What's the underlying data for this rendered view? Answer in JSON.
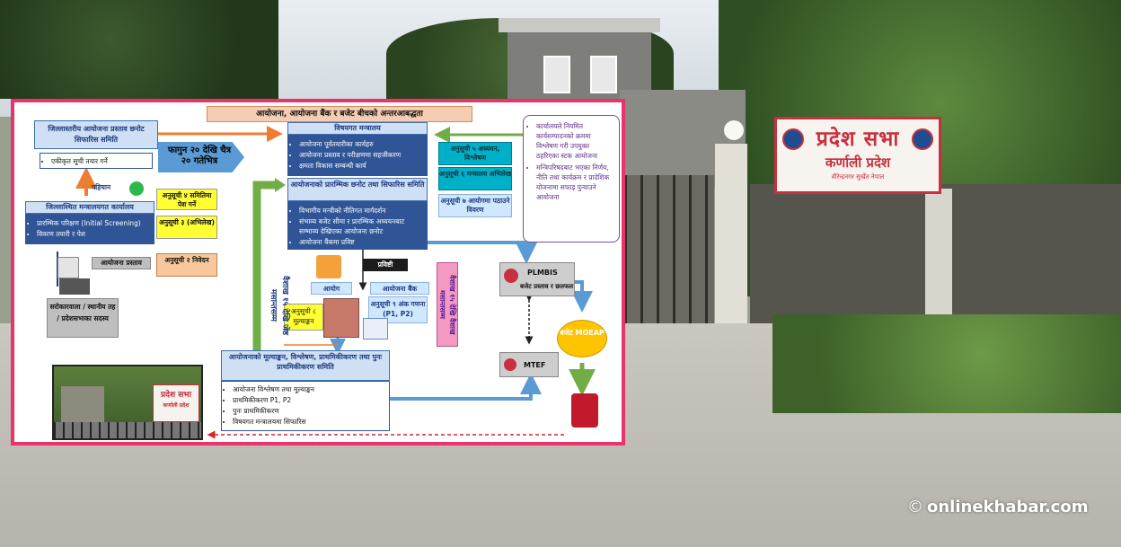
{
  "diagram": {
    "title": "आयोजना, आयोजना बैंक र बजेट बीचको अन्तरआबद्धता",
    "district_committee": {
      "title": "जिल्लास्तरीय आयोजना प्रस्ताव छनोट सिफारिस समिति",
      "item": "एकीकृत सूची तयार गर्ने"
    },
    "date_range": "फागुन २० देखि चैत्र २० गतेभित्र",
    "identification": "पहिचान",
    "district_office": {
      "title": "जिल्लाश्थित मन्त्रालयगत कार्यालय",
      "items": [
        "प्रारम्भिक परिक्षण (Initial Screening)",
        "विवरण तयारी र पेश"
      ]
    },
    "annex4": "अनुसूची ४ समितिमा पेश गर्ने",
    "annex3": "अनुसूची ३ (अभिलेख)",
    "annex2": "अनुसूची २ निवेदन",
    "project_proposal": "आयोजना प्रस्ताव",
    "stakeholders": "सरोकारवाला / स्थानीय तह / प्रदेशसभाका सदस्य",
    "ministry": {
      "title": "विषयगत मन्त्रालय",
      "items": [
        "आयोजना पूर्वतयारीका कार्यहरु",
        "आयोजना प्रस्ताव र परीक्षणमा सहजीकरण",
        "क्षमता विकास सम्बन्धी कार्य"
      ]
    },
    "ministry_committee": {
      "title": "आयोजनाको प्रारम्भिक छनोट तथा सिफारिस समिति",
      "items": [
        "विभागीय मन्त्रीको नीतिगत मार्गदर्शन",
        "संभाव्य बजेट सीमा र प्रारम्भिक अध्ययनबाट सम्भाव्य देखिएका आयोजना छनोट",
        "आयोजना बैंकमा प्रविष्ट"
      ]
    },
    "annex5": "अनुसूची ५ अध्ययन, विश्लेषण",
    "annex6": "अनुसूची ६ मन्त्रालय अभिलेख",
    "annex7": "अनुसूची ७ आयोगमा पठाउने विवरण",
    "purple_notes": [
      "कार्यालयले नियमित कार्यसम्पादनको क्रममा विश्लेषण गरी उपयुक्त ठहरिएका स्टक आयोजना",
      "मन्त्रिपरिषदबाट भएका निर्णय, नीति तथा कार्यक्रम र प्रादेशिक योजनामा सफाइ पुन्याउने आयोजना"
    ],
    "entry": "प्रविष्टी",
    "commission": "आयोग",
    "project_bank": "आयोजना बैंक",
    "annex8": "अनुसूची ८ मूल्याङ्कन",
    "annex9": "अनुसूची ९ अंक गणना (P1, P2)",
    "baisakh_deadline": "वैशाख १५ देखि जेष्ठ मसान्तसम्म",
    "vaishakh_window": "वैशाख १५ देखि वैशाख मसान्तसम्म",
    "plmbis_label": "PLMBIS",
    "plmbis_sub": "बजेट प्रस्ताव र छलफल",
    "mtef": "MTEF",
    "moeap": "बजेट MOEAP",
    "evaluation_committee": {
      "title": "आयोजनाको मूल्याङ्कन, विश्लेषण, प्राथमिकीकरण तथा पुनः प्राथमिकीकरण समिति",
      "items": [
        "आयोजना विश्लेषण तथा मूल्याङ्कन",
        "प्राथमिकीकरण P1, P2",
        "पुनः प्राथमिकीकरण",
        "विषयगत मन्त्रालयमा सिफारिस"
      ]
    },
    "inset_sign_title": "प्रदेश सभा",
    "inset_sign_sub": "कर्णाली प्रदेश"
  },
  "photo_sign": {
    "title": "प्रदेश सभा",
    "subtitle": "कर्णाली प्रदेश",
    "address": "वीरेन्द्रनगर सुर्खेत नेपाल"
  },
  "watermark": "onlinekhabar.com",
  "colors": {
    "frame": "#e8336b",
    "blue": "#2f5597",
    "green_arrow": "#70ad47",
    "orange_arrow": "#ed7d31",
    "sign_red": "#c7303f"
  }
}
